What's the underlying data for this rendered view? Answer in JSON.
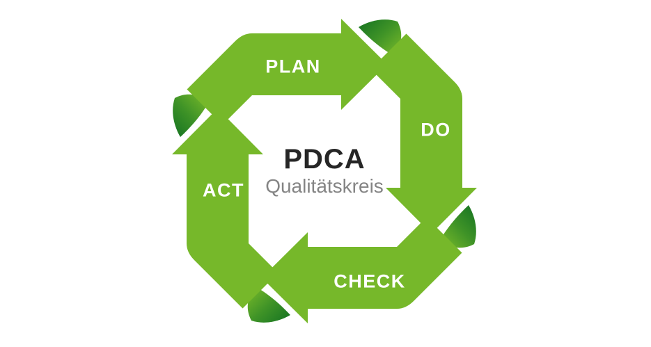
{
  "diagram": {
    "center": {
      "title": "PDCA",
      "subtitle": "Qualitätskreis"
    },
    "steps": [
      {
        "id": "plan",
        "label": "PLAN",
        "position": "top",
        "points_to": "do"
      },
      {
        "id": "do",
        "label": "DO",
        "position": "right",
        "points_to": "check"
      },
      {
        "id": "check",
        "label": "CHECK",
        "position": "bottom",
        "points_to": "act"
      },
      {
        "id": "act",
        "label": "ACT",
        "position": "left",
        "points_to": "plan"
      }
    ],
    "colors": {
      "arrow_green": "#76b82a",
      "fold_dark_green": "#1e7a23",
      "label_text": "#ffffff",
      "title_text": "#262626",
      "subtitle_text": "#848484",
      "background": "#ffffff"
    }
  }
}
